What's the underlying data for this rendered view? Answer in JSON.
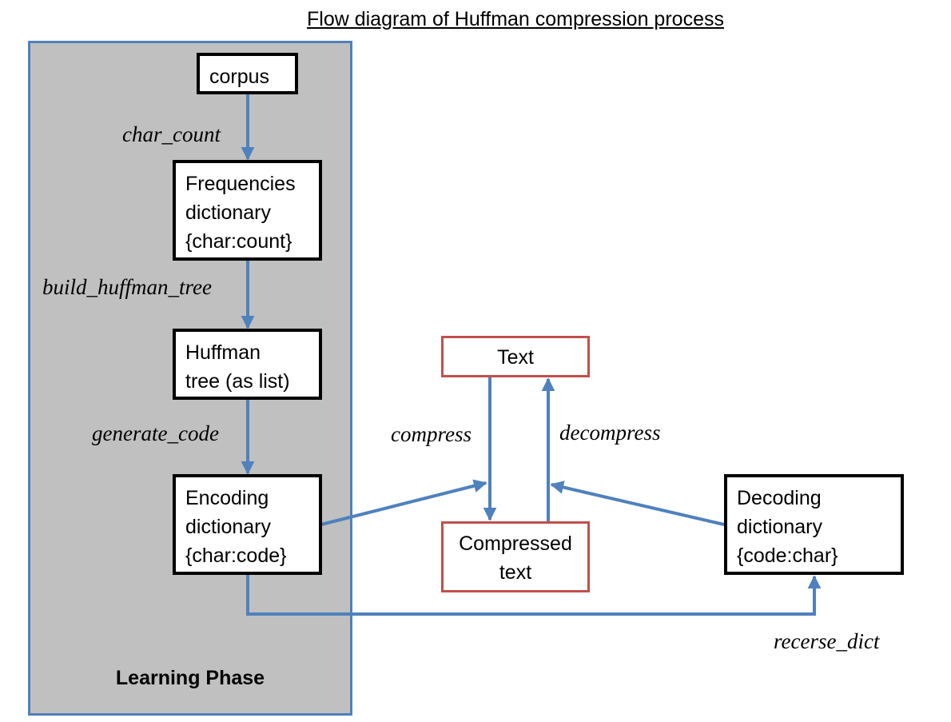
{
  "title": "Flow diagram of Huffman compression process",
  "phase": {
    "label": "Learning Phase"
  },
  "nodes": {
    "corpus": {
      "lines": [
        "corpus"
      ]
    },
    "frequencies": {
      "lines": [
        "Frequencies",
        "dictionary",
        "{char:count}"
      ]
    },
    "huffman_tree": {
      "lines": [
        "Huffman",
        "tree (as list)"
      ]
    },
    "encoding": {
      "lines": [
        "Encoding",
        "dictionary",
        "{char:code}"
      ]
    },
    "text": {
      "lines": [
        "Text"
      ]
    },
    "compressed": {
      "lines": [
        "Compressed",
        "text"
      ]
    },
    "decoding": {
      "lines": [
        "Decoding",
        "dictionary",
        "{code:char}"
      ]
    }
  },
  "edge_labels": {
    "char_count": "char_count",
    "build_huffman_tree": "build_huffman_tree",
    "generate_code": "generate_code",
    "compress": "compress",
    "decompress": "decompress",
    "reverse_dict": "recerse_dict"
  },
  "colors": {
    "phase_fill": "#c0c0c0",
    "phase_border": "#4f81bd",
    "arrow": "#4f81bd",
    "io_border": "#c0504d",
    "node_border": "#000000"
  }
}
